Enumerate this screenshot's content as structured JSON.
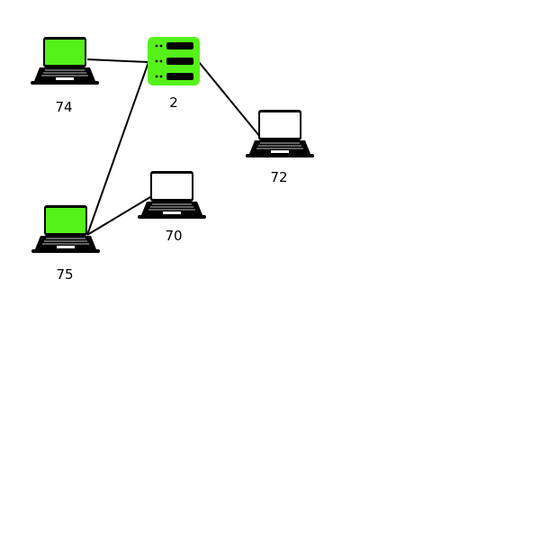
{
  "colors": {
    "active": "#55f21a",
    "inactive": "#ffffff",
    "stroke": "#000000",
    "background": "#ffffff"
  },
  "nodes": [
    {
      "id": "n74",
      "label": "74",
      "kind": "laptop",
      "active": true,
      "icon": "laptop-icon"
    },
    {
      "id": "n2",
      "label": "2",
      "kind": "server",
      "active": true,
      "icon": "server-icon"
    },
    {
      "id": "n72",
      "label": "72",
      "kind": "laptop",
      "active": false,
      "icon": "laptop-icon"
    },
    {
      "id": "n70",
      "label": "70",
      "kind": "laptop",
      "active": false,
      "icon": "laptop-icon"
    },
    {
      "id": "n75",
      "label": "75",
      "kind": "laptop",
      "active": true,
      "icon": "laptop-icon"
    }
  ],
  "links": [
    {
      "from": "n74",
      "to": "n2"
    },
    {
      "from": "n2",
      "to": "n72"
    },
    {
      "from": "n2",
      "to": "n75"
    },
    {
      "from": "n75",
      "to": "n70"
    }
  ]
}
